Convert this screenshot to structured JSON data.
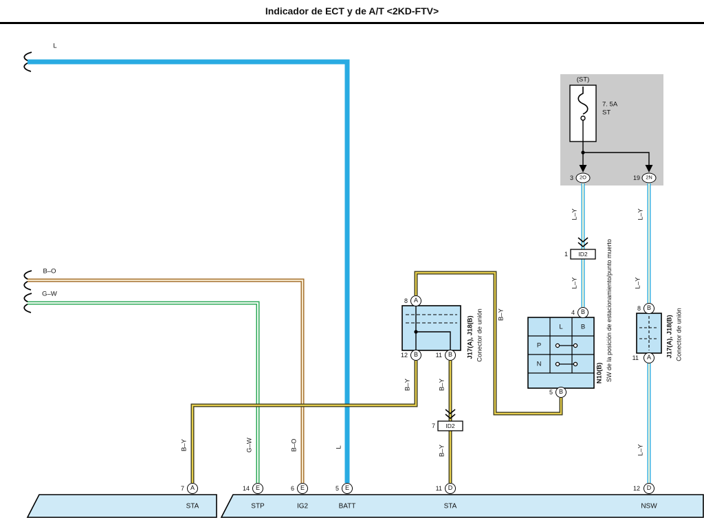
{
  "title": "Indicador de ECT y de A/T <2KD-FTV>",
  "wire_names": {
    "l": "L",
    "bo": "B–O",
    "gw": "G–W",
    "by": "B–Y",
    "ly": "L–Y"
  },
  "fuse_box": {
    "tag": "(ST)",
    "rating": "7. 5A",
    "name": "ST",
    "pin_left": {
      "num": "3",
      "id": "2O"
    },
    "pin_right": {
      "num": "19",
      "id": "2N"
    }
  },
  "junction_connectors": {
    "id2_top": {
      "num": "1",
      "label": "ID2"
    },
    "id2_bottom": {
      "num": "7",
      "label": "ID2"
    }
  },
  "junction_mid": {
    "name": "J17(A), J18(B)",
    "desc": "Conector de unión",
    "pin_top": {
      "num": "8",
      "id": "A"
    },
    "pin_bottom_left": {
      "num": "12",
      "id": "B"
    },
    "pin_bottom_right": {
      "num": "11",
      "id": "B"
    }
  },
  "junction_right": {
    "name": "J17(A), J18(B)",
    "desc": "Conector de unión",
    "pin_top": {
      "num": "8",
      "id": "B"
    },
    "pin_bottom": {
      "num": "11",
      "id": "A"
    }
  },
  "n10": {
    "name": "N10(B)",
    "desc": "SW de la posición de estacionamiento/punto muerto",
    "col_l": "L",
    "col_b": "B",
    "row_p": "P",
    "row_n": "N",
    "pin_top": {
      "num": "4",
      "id": "B"
    },
    "pin_bottom": {
      "num": "5",
      "id": "B"
    }
  },
  "bottom_connectors": [
    {
      "num": "7",
      "id": "A",
      "label": "STA"
    },
    {
      "num": "14",
      "id": "E",
      "label": "STP"
    },
    {
      "num": "6",
      "id": "E",
      "label": "IG2"
    },
    {
      "num": "5",
      "id": "E",
      "label": "BATT"
    },
    {
      "num": "11",
      "id": "D",
      "label": "STA"
    },
    {
      "num": "12",
      "id": "D",
      "label": "NSW"
    }
  ],
  "colors": {
    "wire_l": "#29abe2",
    "wire_bo_edge": "#a06a24",
    "wire_bo_core": "#f6e8cc",
    "wire_gw_edge": "#1fa34c",
    "wire_gw_core": "#f2fbf4",
    "wire_by_edge": "#3f3d1e",
    "wire_by_core": "#e7cf4e",
    "wire_ly_edge": "#29abe2",
    "wire_ly_core": "#fbf7d8",
    "block_fill": "#bfe3f5",
    "bar_fill": "#cfeaf7",
    "gray_fill": "#cbcbcb",
    "line": "#000000"
  }
}
